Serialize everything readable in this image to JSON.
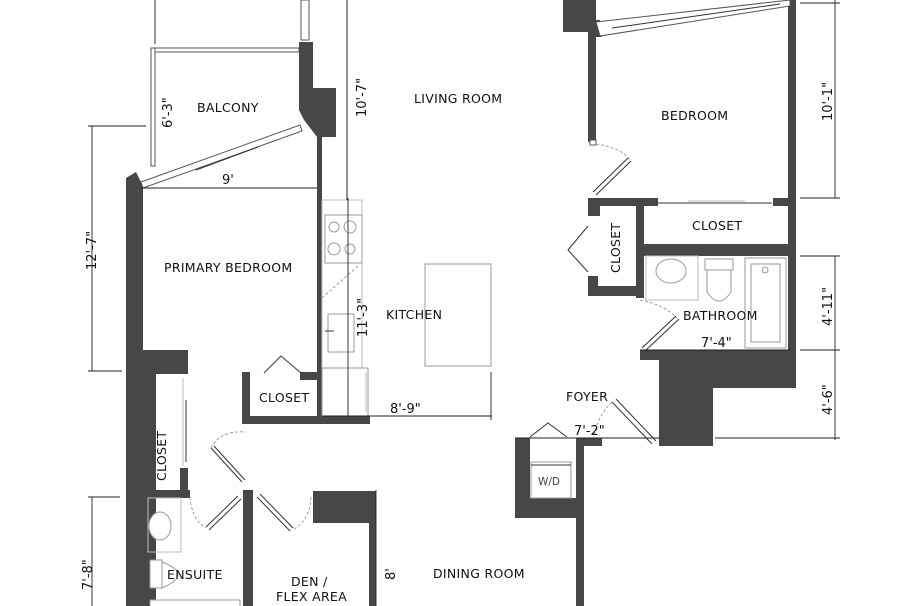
{
  "plan": {
    "rooms": {
      "balcony": "BALCONY",
      "living_room": "LIVING ROOM",
      "bedroom": "BEDROOM",
      "bedroom_closet": "CLOSET",
      "hall_closet": "CLOSET",
      "bathroom": "BATHROOM",
      "primary_bedroom": "PRIMARY BEDROOM",
      "primary_closet": "CLOSET",
      "kitchen": "KITCHEN",
      "foyer": "FOYER",
      "laundry": "W/D",
      "ensuite_closet": "CLOSET",
      "ensuite": "ENSUITE",
      "den_line1": "DEN /",
      "den_line2": "FLEX AREA",
      "dining_room": "DINING ROOM"
    },
    "dimensions": {
      "balcony_depth": "6'-3\"",
      "balcony_width": "9'",
      "living_depth": "10'-7\"",
      "bedroom_depth": "10'-1\"",
      "primary_depth": "12'-7\"",
      "kitchen_depth": "11'-3\"",
      "kitchen_width": "8'-9\"",
      "bathroom_depth": "4'-11\"",
      "bathroom_width": "7'-4\"",
      "foyer_depth": "4'-6\"",
      "foyer_width": "7'-2\"",
      "ensuite_depth": "7'-8\"",
      "dining_depth": "8'"
    },
    "colors": {
      "wall": "#474747",
      "background": "#ffffff",
      "text": "#111111"
    }
  }
}
